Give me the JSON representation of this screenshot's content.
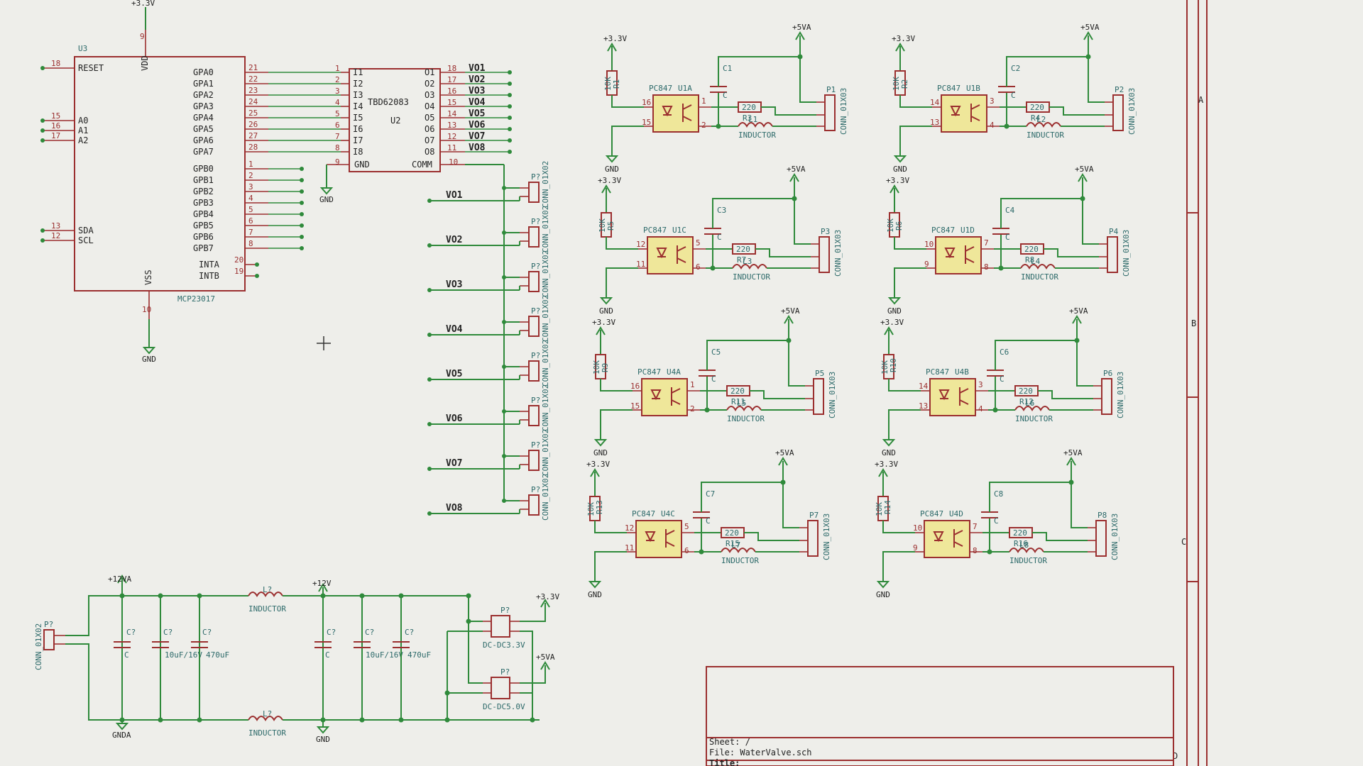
{
  "sheet": {
    "sheet_label": "Sheet: /",
    "file_label": "File: WaterValve.sch",
    "title_label": "Title:"
  },
  "colors": {
    "background": "#eeeeea",
    "wire": "#2f8a3b",
    "component": "#9b2f2f",
    "ic_fill": "#f3eeca",
    "opto_fill": "#efe79a",
    "text": "#222222"
  },
  "frame": {
    "border_letters": [
      "A",
      "B",
      "C",
      "D"
    ]
  },
  "mcp": {
    "ref": "U3",
    "value": "MCP23017",
    "pins_left": [
      {
        "num": "18",
        "name": "RESET"
      },
      {
        "num": "15",
        "name": "A0"
      },
      {
        "num": "16",
        "name": "A1"
      },
      {
        "num": "17",
        "name": "A2"
      },
      {
        "num": "13",
        "name": "SDA"
      },
      {
        "num": "12",
        "name": "SCL"
      }
    ],
    "pins_a": [
      {
        "num": "21",
        "name": "GPA0"
      },
      {
        "num": "22",
        "name": "GPA1"
      },
      {
        "num": "23",
        "name": "GPA2"
      },
      {
        "num": "24",
        "name": "GPA3"
      },
      {
        "num": "25",
        "name": "GPA4"
      },
      {
        "num": "26",
        "name": "GPA5"
      },
      {
        "num": "27",
        "name": "GPA6"
      },
      {
        "num": "28",
        "name": "GPA7"
      }
    ],
    "pins_b": [
      {
        "num": "1",
        "name": "GPB0"
      },
      {
        "num": "2",
        "name": "GPB1"
      },
      {
        "num": "3",
        "name": "GPB2"
      },
      {
        "num": "4",
        "name": "GPB3"
      },
      {
        "num": "5",
        "name": "GPB4"
      },
      {
        "num": "6",
        "name": "GPB5"
      },
      {
        "num": "7",
        "name": "GPB6"
      },
      {
        "num": "8",
        "name": "GPB7"
      }
    ],
    "pins_int": [
      {
        "num": "20",
        "name": "INTA"
      },
      {
        "num": "19",
        "name": "INTB"
      }
    ],
    "vdd": {
      "num": "9",
      "name": "VDD",
      "net": "+3.3V"
    },
    "vss": {
      "num": "10",
      "name": "VSS",
      "net": "GND"
    }
  },
  "driver": {
    "ref": "U2",
    "value": "TBD62083",
    "inputs": [
      {
        "num": "1",
        "name": "I1"
      },
      {
        "num": "2",
        "name": "I2"
      },
      {
        "num": "3",
        "name": "I3"
      },
      {
        "num": "4",
        "name": "I4"
      },
      {
        "num": "5",
        "name": "I5"
      },
      {
        "num": "6",
        "name": "I6"
      },
      {
        "num": "7",
        "name": "I7"
      },
      {
        "num": "8",
        "name": "I8"
      }
    ],
    "outputs": [
      {
        "num": "18",
        "name": "O1",
        "net": "VO1"
      },
      {
        "num": "17",
        "name": "O2",
        "net": "VO2"
      },
      {
        "num": "16",
        "name": "O3",
        "net": "VO3"
      },
      {
        "num": "15",
        "name": "O4",
        "net": "VO4"
      },
      {
        "num": "14",
        "name": "O5",
        "net": "VO5"
      },
      {
        "num": "13",
        "name": "O6",
        "net": "VO6"
      },
      {
        "num": "12",
        "name": "O7",
        "net": "VO7"
      },
      {
        "num": "11",
        "name": "O8",
        "net": "VO8"
      }
    ],
    "gnd_pin": {
      "num": "9",
      "name": "GND",
      "net": "GND"
    },
    "comm_pin": {
      "num": "10",
      "name": "COMM"
    }
  },
  "valve_connectors": {
    "ref": "P?",
    "value": "CONN_01X02",
    "nets": [
      "VO1",
      "VO2",
      "VO3",
      "VO4",
      "VO5",
      "VO6",
      "VO7",
      "VO8"
    ]
  },
  "opto_channels": [
    {
      "u": "U1A",
      "pin_in": "16",
      "pin_k": "15",
      "pin_c": "1",
      "pin_e": "2",
      "rin": "R1",
      "rin_val": "10K",
      "cap": "C1",
      "rs": "R3",
      "ind": "L1",
      "conn": "P1"
    },
    {
      "u": "U1B",
      "pin_in": "14",
      "pin_k": "13",
      "pin_c": "3",
      "pin_e": "4",
      "rin": "R2",
      "rin_val": "10K",
      "cap": "C2",
      "rs": "R4",
      "ind": "L2",
      "conn": "P2"
    },
    {
      "u": "U1C",
      "pin_in": "12",
      "pin_k": "11",
      "pin_c": "5",
      "pin_e": "6",
      "rin": "R5",
      "rin_val": "10K",
      "cap": "C3",
      "rs": "R7",
      "ind": "L3",
      "conn": "P3"
    },
    {
      "u": "U1D",
      "pin_in": "10",
      "pin_k": "9",
      "pin_c": "7",
      "pin_e": "8",
      "rin": "R6",
      "rin_val": "10K",
      "cap": "C4",
      "rs": "R8",
      "ind": "L4",
      "conn": "P4"
    },
    {
      "u": "U4A",
      "pin_in": "16",
      "pin_k": "15",
      "pin_c": "1",
      "pin_e": "2",
      "rin": "R9",
      "rin_val": "10K",
      "cap": "C5",
      "rs": "R11",
      "ind": "L5",
      "conn": "P5"
    },
    {
      "u": "U4B",
      "pin_in": "14",
      "pin_k": "13",
      "pin_c": "3",
      "pin_e": "4",
      "rin": "R10",
      "rin_val": "10K",
      "cap": "C6",
      "rs": "R12",
      "ind": "L6",
      "conn": "P6"
    },
    {
      "u": "U4C",
      "pin_in": "12",
      "pin_k": "11",
      "pin_c": "5",
      "pin_e": "6",
      "rin": "R13",
      "rin_val": "10K",
      "cap": "C7",
      "rs": "R15",
      "ind": "L7",
      "conn": "P7"
    },
    {
      "u": "U4D",
      "pin_in": "10",
      "pin_k": "9",
      "pin_c": "7",
      "pin_e": "8",
      "rin": "R14",
      "rin_val": "10K",
      "cap": "C8",
      "rs": "R16",
      "ind": "L8",
      "conn": "P8"
    }
  ],
  "opto_common": {
    "part": "PC847",
    "rs_val": "220",
    "cap_val": "C",
    "ind_val": "INDUCTOR",
    "conn_val": "CONN_01X03",
    "pwr_in": "+3.3V",
    "pwr_out": "+5VA",
    "gnd": "GND"
  },
  "power": {
    "input_conn": {
      "ref": "P?",
      "value": "CONN_01X02"
    },
    "rail_12va": "+12VA",
    "rail_12v": "+12V",
    "gnda": "GNDA",
    "gnd": "GND",
    "inductor_ref": "L?",
    "inductor_val": "INDUCTOR",
    "caps_a": [
      {
        "ref": "C?",
        "val": "C"
      },
      {
        "ref": "C?",
        "val": "10uF/16V"
      },
      {
        "ref": "C?",
        "val": "470uF"
      }
    ],
    "caps_b": [
      {
        "ref": "C?",
        "val": "C"
      },
      {
        "ref": "C?",
        "val": "10uF/16V"
      },
      {
        "ref": "C?",
        "val": "470uF"
      }
    ],
    "dcdc": [
      {
        "ref": "P?",
        "value": "DC-DC3.3V",
        "out": "+3.3V"
      },
      {
        "ref": "P?",
        "value": "DC-DC5.0V",
        "out": "+5VA"
      }
    ]
  }
}
